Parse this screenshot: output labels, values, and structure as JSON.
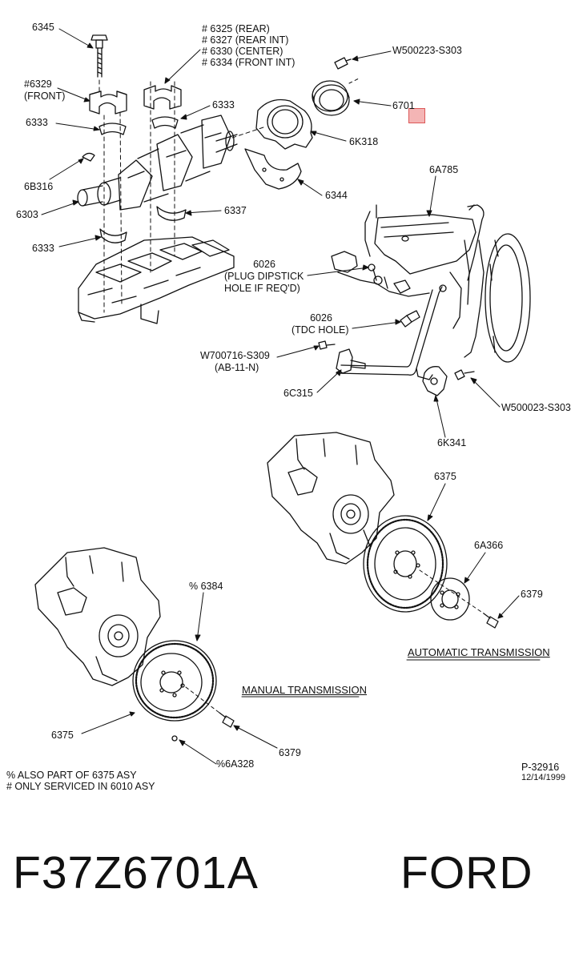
{
  "diagram": {
    "labels": {
      "l6345": "6345",
      "group_rear_1": "# 6325 (REAR)",
      "group_rear_2": "# 6327 (REAR INT)",
      "group_rear_3": "# 6330 (CENTER)",
      "group_rear_4": "# 6334 (FRONT INT)",
      "w500223": "W500223-S303",
      "l6329a": "#6329",
      "l6329b": "(FRONT)",
      "l6333_right": "6333",
      "l6333_top": "6333",
      "l6701": "6701",
      "l6k318": "6K318",
      "l6b316": "6B316",
      "l6a785": "6A785",
      "l6344": "6344",
      "l6303": "6303",
      "l6337": "6337",
      "l6333_bottom": "6333",
      "l6026a_1": "6026",
      "l6026a_2": "(PLUG DIPSTICK",
      "l6026a_3": "HOLE IF REQ'D)",
      "l6026b_1": "6026",
      "l6026b_2": "(TDC HOLE)",
      "w700716_1": "W700716-S309",
      "w700716_2": "(AB-11-N)",
      "l6c315": "6C315",
      "w500023": "W500023-S303",
      "l6k341": "6K341",
      "l6375_auto": "6375",
      "l6a366": "6A366",
      "l6379_auto": "6379",
      "auto_trans": "AUTOMATIC TRANSMISSION",
      "l6384": "% 6384",
      "manual_trans": "MANUAL TRANSMISSION",
      "l6375_man": "6375",
      "l6379_man": "6379",
      "l6a328": "%6A328",
      "note1": "% ALSO PART OF 6375 ASY",
      "note2": "# ONLY SERVICED IN 6010 ASY",
      "pnum": "P-32916",
      "pdate": "12/14/1999"
    }
  },
  "footer": {
    "part_number": "F37Z6701A",
    "brand": "FORD"
  },
  "highlight": {
    "part": "6701",
    "color": "#f3a9a9"
  }
}
